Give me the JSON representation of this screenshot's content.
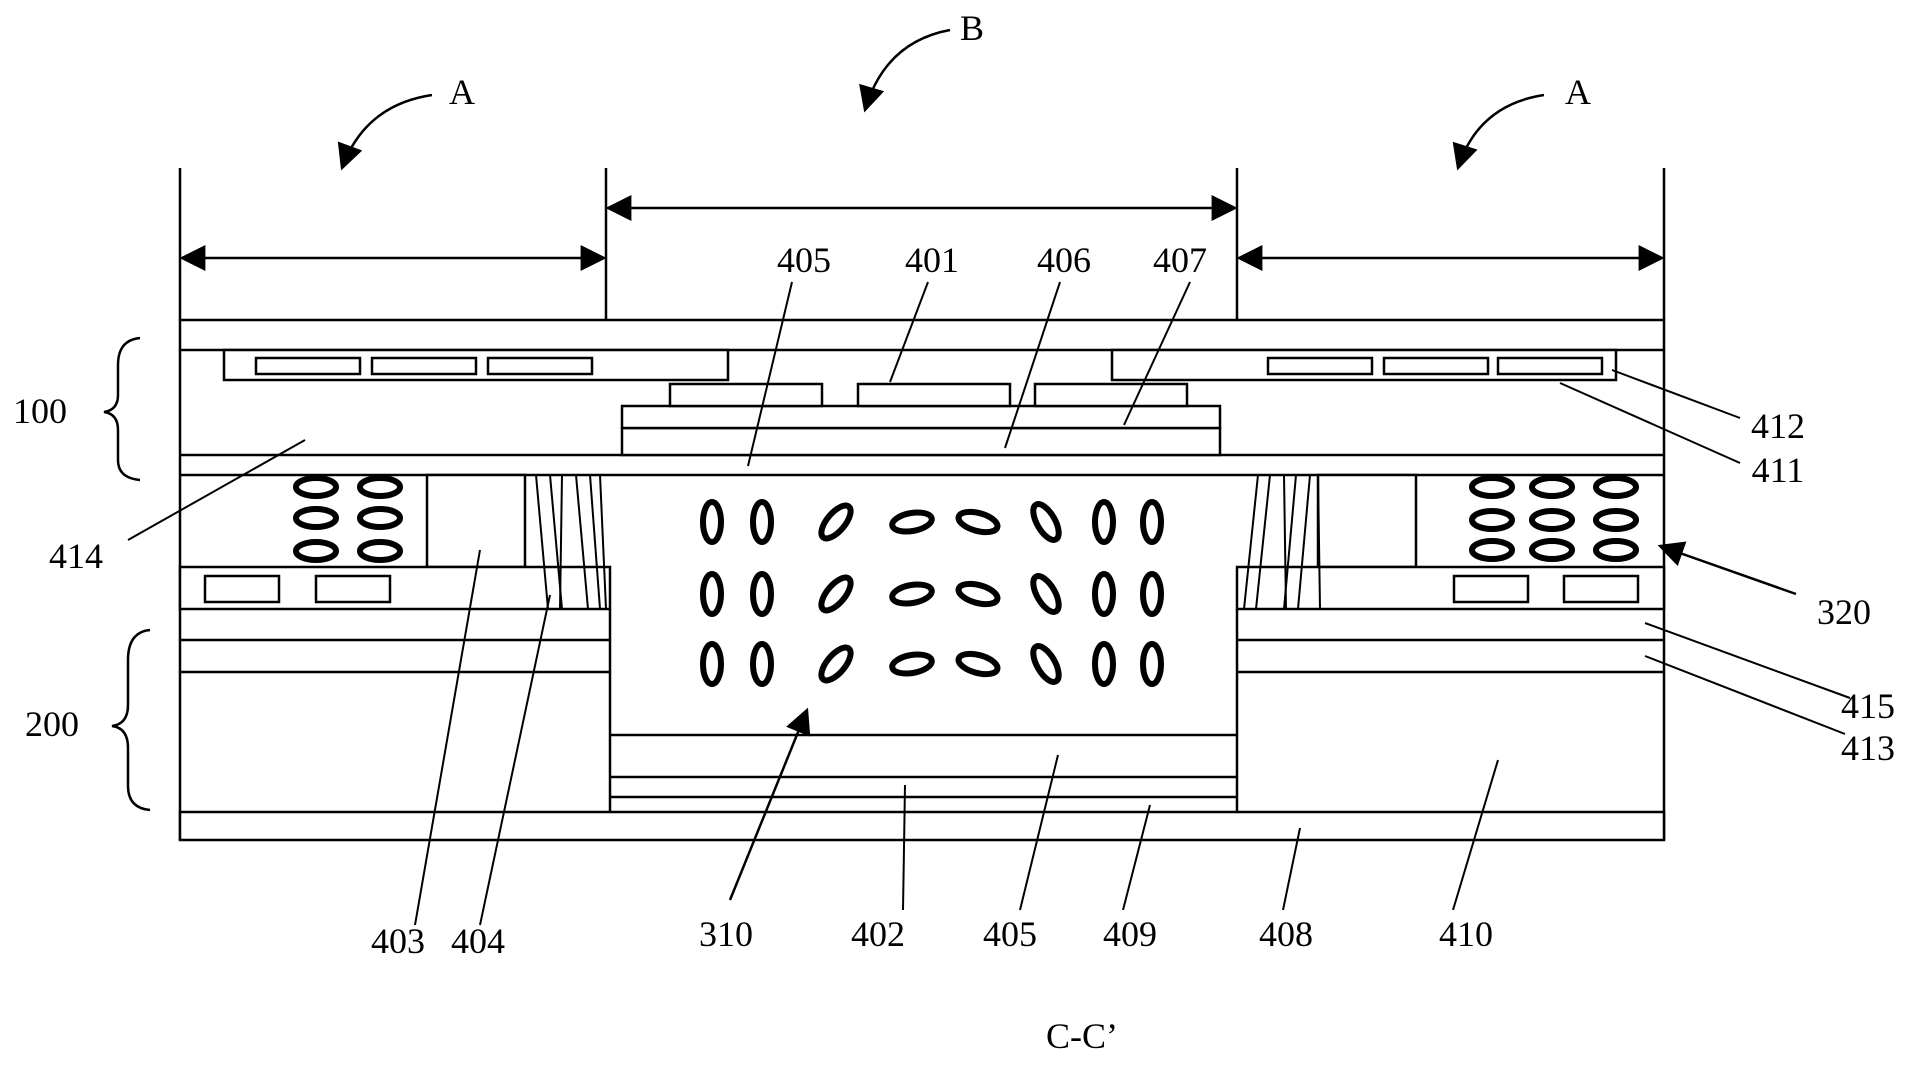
{
  "figure": {
    "caption": "C-C’",
    "region_labels": {
      "left": "A",
      "center": "B",
      "right": "A"
    },
    "reference_labels": {
      "r100": "100",
      "r200": "200",
      "r414": "414",
      "r405_top": "405",
      "r401": "401",
      "r406": "406",
      "r407": "407",
      "r412": "412",
      "r411": "411",
      "r320": "320",
      "r415": "415",
      "r413": "413",
      "r403": "403",
      "r404": "404",
      "r310": "310",
      "r402": "402",
      "r405_bottom": "405",
      "r409": "409",
      "r408": "408",
      "r410": "410"
    }
  }
}
